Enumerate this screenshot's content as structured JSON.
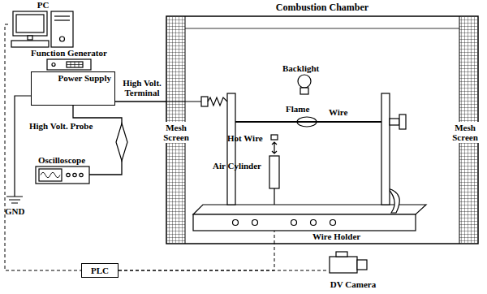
{
  "diagram": {
    "nodes": [
      {
        "text": [
          "PC"
        ]
      },
      {
        "text": [
          "Combustion Chamber"
        ]
      },
      {
        "text": [
          "Function Generator"
        ]
      },
      {
        "text": [
          "Power Supply"
        ]
      },
      {
        "text": [
          "Oscilloscope"
        ]
      },
      {
        "text": [
          "PLC"
        ]
      },
      {
        "text": [
          "DV Camera"
        ]
      }
    ],
    "edges": [
      {
        "from": 0,
        "to": 5,
        "arrow": "none"
      },
      {
        "from": 3,
        "to": 1,
        "arrow": "none"
      },
      {
        "from": 3,
        "to": 4,
        "arrow": "none"
      },
      {
        "from": 5,
        "to": 6,
        "arrow": "none"
      },
      {
        "from": 5,
        "to": 1,
        "arrow": "none"
      }
    ],
    "labels": [
      "High Volt. Terminal",
      "High Volt. Probe",
      "GND",
      "Mesh Screen",
      "Mesh Screen",
      "Backlight",
      "Flame",
      "Wire",
      "Hot Wire",
      "Air Cylinder",
      "Wire Holder"
    ]
  }
}
